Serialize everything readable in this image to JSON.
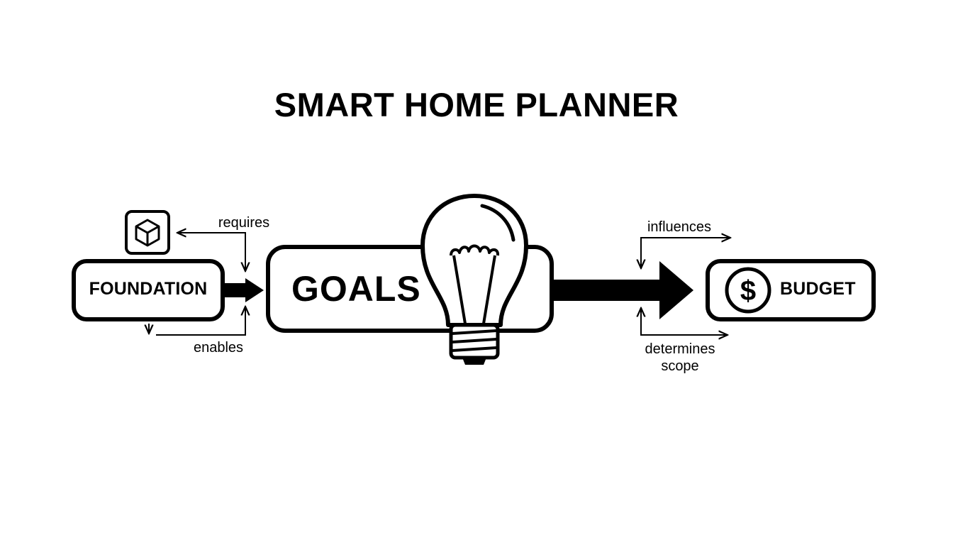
{
  "title": "SMART HOME PLANNER",
  "nodes": {
    "foundation": {
      "label": "FOUNDATION",
      "icon": "cube-icon"
    },
    "goals": {
      "label": "GOALS",
      "icon": "lightbulb-icon"
    },
    "budget": {
      "label": "BUDGET",
      "icon": "dollar-coin-icon"
    }
  },
  "edges": {
    "requires": "requires",
    "enables": "enables",
    "influences": "influences",
    "determines_scope": "determines\nscope"
  },
  "colors": {
    "stroke": "#000000",
    "background": "#ffffff"
  }
}
